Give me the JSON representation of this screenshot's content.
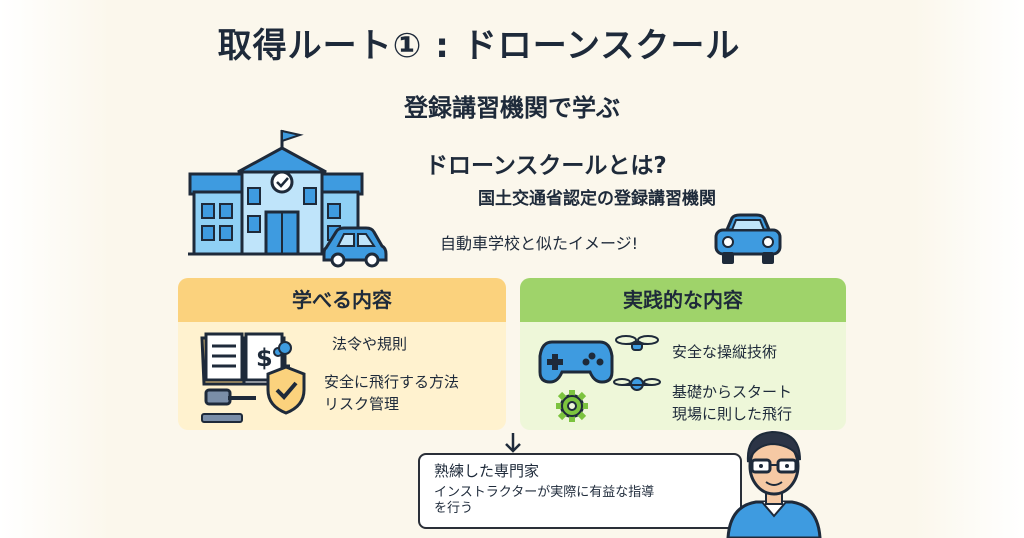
{
  "header": {
    "title": "取得ルート① : ドローンスクール",
    "subtitle": "登録講習機関で学ぶ"
  },
  "about": {
    "heading": "ドローンスクールとは?",
    "definition": "国土交通省認定の登録講習機関",
    "analogy": "自動車学校と似たイメージ!"
  },
  "learn_panel": {
    "header": "学べる内容",
    "items": [
      "法令や規則",
      "安全に飛行する方法",
      "リスク管理"
    ]
  },
  "practice_panel": {
    "header": "実践的な内容",
    "items": [
      "安全な操縦技術",
      "基礎からスタート",
      "現場に則した飛行"
    ]
  },
  "expert": {
    "line1": "熟練した専門家",
    "line2": "インストラクターが実際に有益な指導",
    "line3": "を行う"
  },
  "colors": {
    "navy": "#1e2a3a",
    "blue": "#3e9be0",
    "yellow_header": "#fbd27d",
    "green_header": "#9fd36a"
  },
  "icons": [
    "school-building-icon",
    "car-icon",
    "book-icon",
    "shield-check-icon",
    "gavel-icon",
    "game-controller-icon",
    "drone-icon",
    "gear-icon",
    "down-arrow-icon",
    "instructor-avatar-icon"
  ]
}
